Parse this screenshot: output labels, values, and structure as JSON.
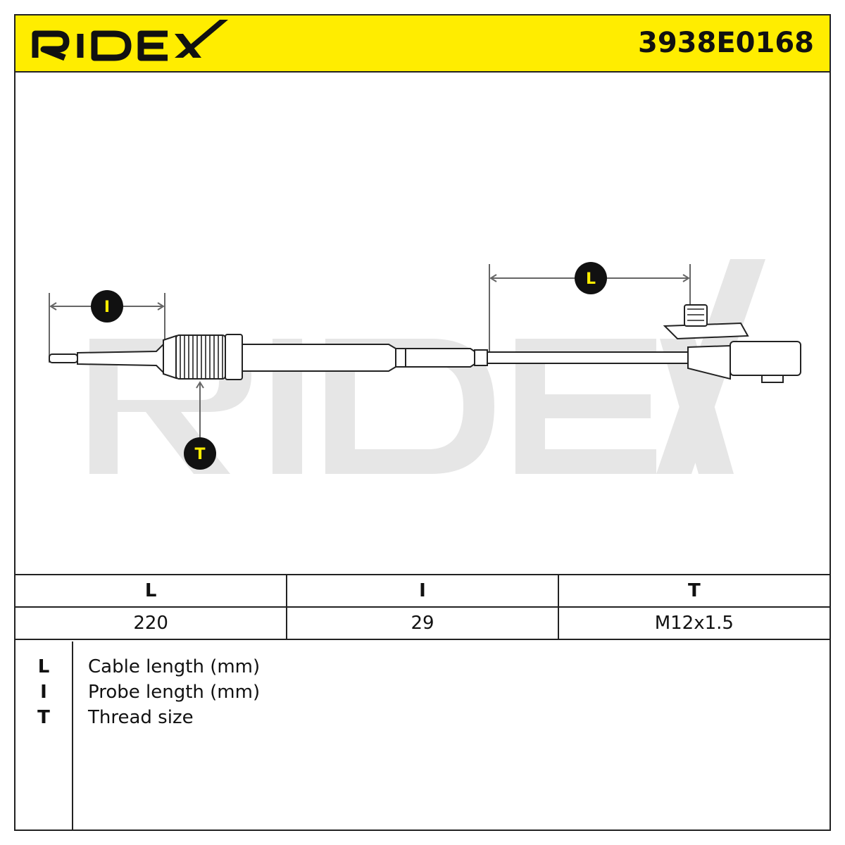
{
  "header": {
    "brand": "RIDEX",
    "part_number": "3938E0168",
    "background_color": "#ffed00"
  },
  "drawing": {
    "watermark": "RIDEX",
    "labels": {
      "L": "L",
      "I": "I",
      "T": "T"
    }
  },
  "spec_table": {
    "columns": [
      "L",
      "I",
      "T"
    ],
    "values": [
      "220",
      "29",
      "M12x1.5"
    ]
  },
  "legend": [
    {
      "key": "L",
      "text": "Cable length (mm)"
    },
    {
      "key": "I",
      "text": "Probe length (mm)"
    },
    {
      "key": "T",
      "text": "Thread size"
    }
  ]
}
